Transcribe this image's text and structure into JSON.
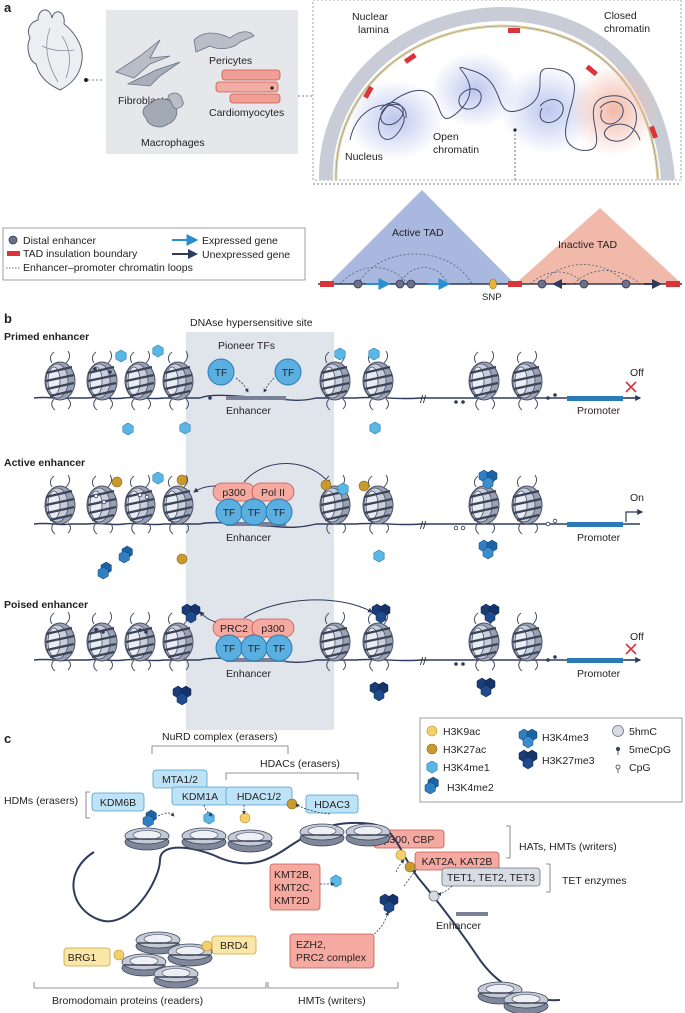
{
  "panel_a": {
    "label": "a",
    "cells": [
      "Fibroblasts",
      "Pericytes",
      "Cardiomyocytes",
      "Macrophages"
    ],
    "nucleus": {
      "nuclear_lamina": [
        "Nuclear",
        "lamina"
      ],
      "closed_chromatin": [
        "Closed",
        "chromatin"
      ],
      "open_chromatin": [
        "Open",
        "chromatin"
      ],
      "nucleus": "Nucleus"
    },
    "legend": {
      "distal_enhancer": "Distal enhancer",
      "tad_boundary": "TAD insulation boundary",
      "loops": "Enhancer–promoter chromatin loops",
      "expressed": "Expressed gene",
      "unexpressed": "Unexpressed gene"
    },
    "tad": {
      "active": "Active TAD",
      "inactive": "Inactive TAD",
      "snp": "SNP"
    },
    "colors": {
      "active_tad": "#a9b8de",
      "inactive_tad": "#f0b9aa",
      "boundary": "#d9343a",
      "expressed": "#2a8fce",
      "unexpressed": "#2f3b5c"
    }
  },
  "panel_b": {
    "label": "b",
    "dhs": "DNAse hypersensitive site",
    "rows": [
      {
        "title": "Primed enhancer",
        "pioneer": "Pioneer TFs",
        "tfs": [
          "TF",
          "TF"
        ],
        "enhancer": "Enhancer",
        "promoter": "Promoter",
        "state": "Off"
      },
      {
        "title": "Active enhancer",
        "p300": "p300",
        "pol2": "Pol II",
        "tfs": [
          "TF",
          "TF",
          "TF"
        ],
        "enhancer": "Enhancer",
        "promoter": "Promoter",
        "state": "On"
      },
      {
        "title": "Poised enhancer",
        "prc2": "PRC2",
        "p300": "p300",
        "tfs": [
          "TF",
          "TF",
          "TF"
        ],
        "enhancer": "Enhancer",
        "promoter": "Promoter",
        "state": "Off"
      }
    ]
  },
  "legend_marks": {
    "h3k9ac": "H3K9ac",
    "h3k27ac": "H3K27ac",
    "h3k4me1": "H3K4me1",
    "h3k4me2": "H3K4me2",
    "h3k4me3": "H3K4me3",
    "h3k27me3": "H3K27me3",
    "hmc5": "5hmC",
    "mecpg": "5meCpG",
    "cpg": "CpG"
  },
  "panel_c": {
    "label": "c",
    "nurd": "NuRD complex (erasers)",
    "hdacs": "HDACs (erasers)",
    "hdms": "HDMs (erasers)",
    "hats": "HATs, HMTs (writers)",
    "tet": "TET enzymes",
    "bromo": "Bromodomain proteins (readers)",
    "hmts": "HMTs (writers)",
    "enhancer": "Enhancer",
    "proteins": {
      "mta": "MTA1/2",
      "kdm1a": "KDM1A",
      "hdac12": "HDAC1/2",
      "kdm6b": "KDM6B",
      "hdac3": "HDAC3",
      "p300cbp": "p300, CBP",
      "kat": "KAT2A, KAT2B",
      "kmt1": "KMT2B,",
      "kmt2": "KMT2C,",
      "kmt3": "KMT2D",
      "ezh1": "EZH2,",
      "ezh2": "PRC2 complex",
      "tet": "TET1, TET2, TET3",
      "brg1": "BRG1",
      "brd4": "BRD4"
    }
  }
}
